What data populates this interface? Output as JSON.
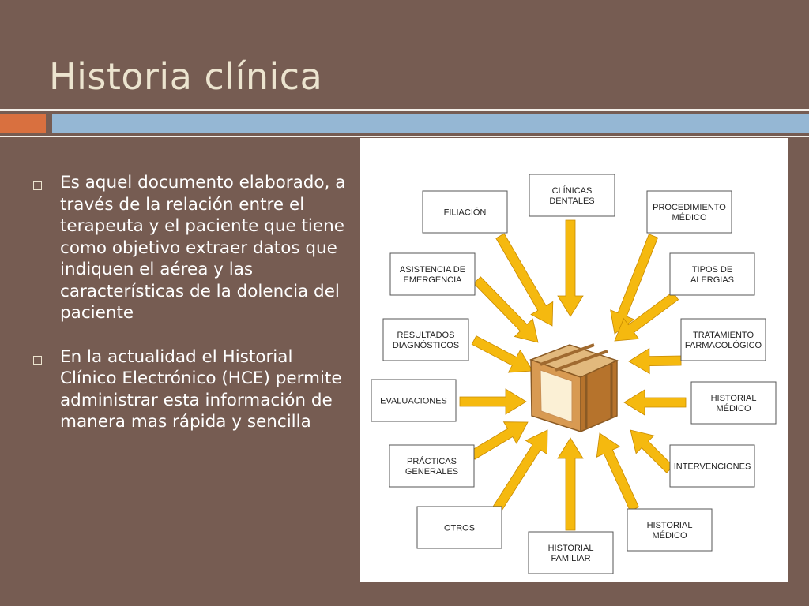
{
  "slide": {
    "title": "Historia clínica",
    "bullets": [
      "Es aquel documento elaborado, a través de la relación entre el terapeuta y el paciente que tiene como objetivo extraer datos que indiquen el aérea y las características de la dolencia del paciente",
      "En la actualidad el Historial Clínico Electrónico (HCE) permite administrar esta información de manera mas rápida y sencilla"
    ]
  },
  "diagram": {
    "boxes": [
      {
        "lines": [
          "FILIACIÓN"
        ]
      },
      {
        "lines": [
          "CLÍNICAS",
          "DENTALES"
        ]
      },
      {
        "lines": [
          "PROCEDIMIENTO",
          "MÉDICO"
        ]
      },
      {
        "lines": [
          "ASISTENCIA DE",
          "EMERGENCIA"
        ]
      },
      {
        "lines": [
          "TIPOS DE",
          "ALERGIAS"
        ]
      },
      {
        "lines": [
          "RESULTADOS",
          "DIAGNÓSTICOS"
        ]
      },
      {
        "lines": [
          "TRATAMIENTO",
          "FARMACOLÓGICO"
        ]
      },
      {
        "lines": [
          "EVALUACIONES"
        ]
      },
      {
        "lines": [
          "HISTORIAL",
          "MÉDICO"
        ]
      },
      {
        "lines": [
          "PRÁCTICAS",
          "GENERALES"
        ]
      },
      {
        "lines": [
          "INTERVENCIONES"
        ]
      },
      {
        "lines": [
          "OTROS"
        ]
      },
      {
        "lines": [
          "HISTORIAL",
          "MÉDICO"
        ]
      },
      {
        "lines": [
          "HISTORIAL",
          "FAMILIAR"
        ]
      }
    ]
  },
  "colors": {
    "background": "#765c52",
    "title": "#ece4cf",
    "accent_orange": "#d9703f",
    "accent_blue": "#95b7d4",
    "arrow": "#f5b90f"
  }
}
